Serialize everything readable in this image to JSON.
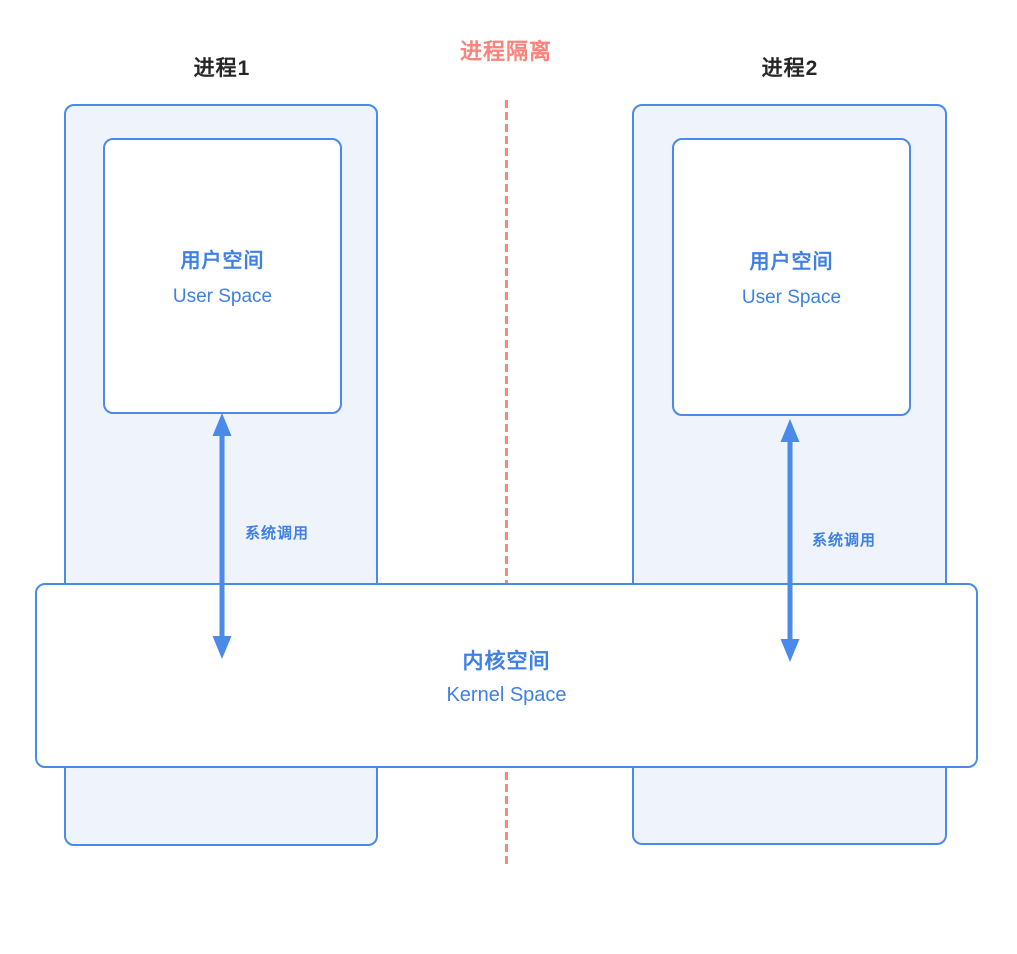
{
  "title": "进程隔离",
  "processes": [
    {
      "label": "进程1",
      "user_space_zh": "用户空间",
      "user_space_en": "User Space",
      "syscall": "系统调用"
    },
    {
      "label": "进程2",
      "user_space_zh": "用户空间",
      "user_space_en": "User Space",
      "syscall": "系统调用"
    }
  ],
  "kernel": {
    "zh": "内核空间",
    "en": "Kernel Space"
  },
  "colors": {
    "box_border": "#4A8AE8",
    "box_fill": "#EFF4FC",
    "text_blue": "#3F80E4",
    "arrow_blue": "#4A8AE8",
    "title_red": "#FB837C",
    "divider_red": "#F5897F",
    "label_dark": "#262626"
  }
}
